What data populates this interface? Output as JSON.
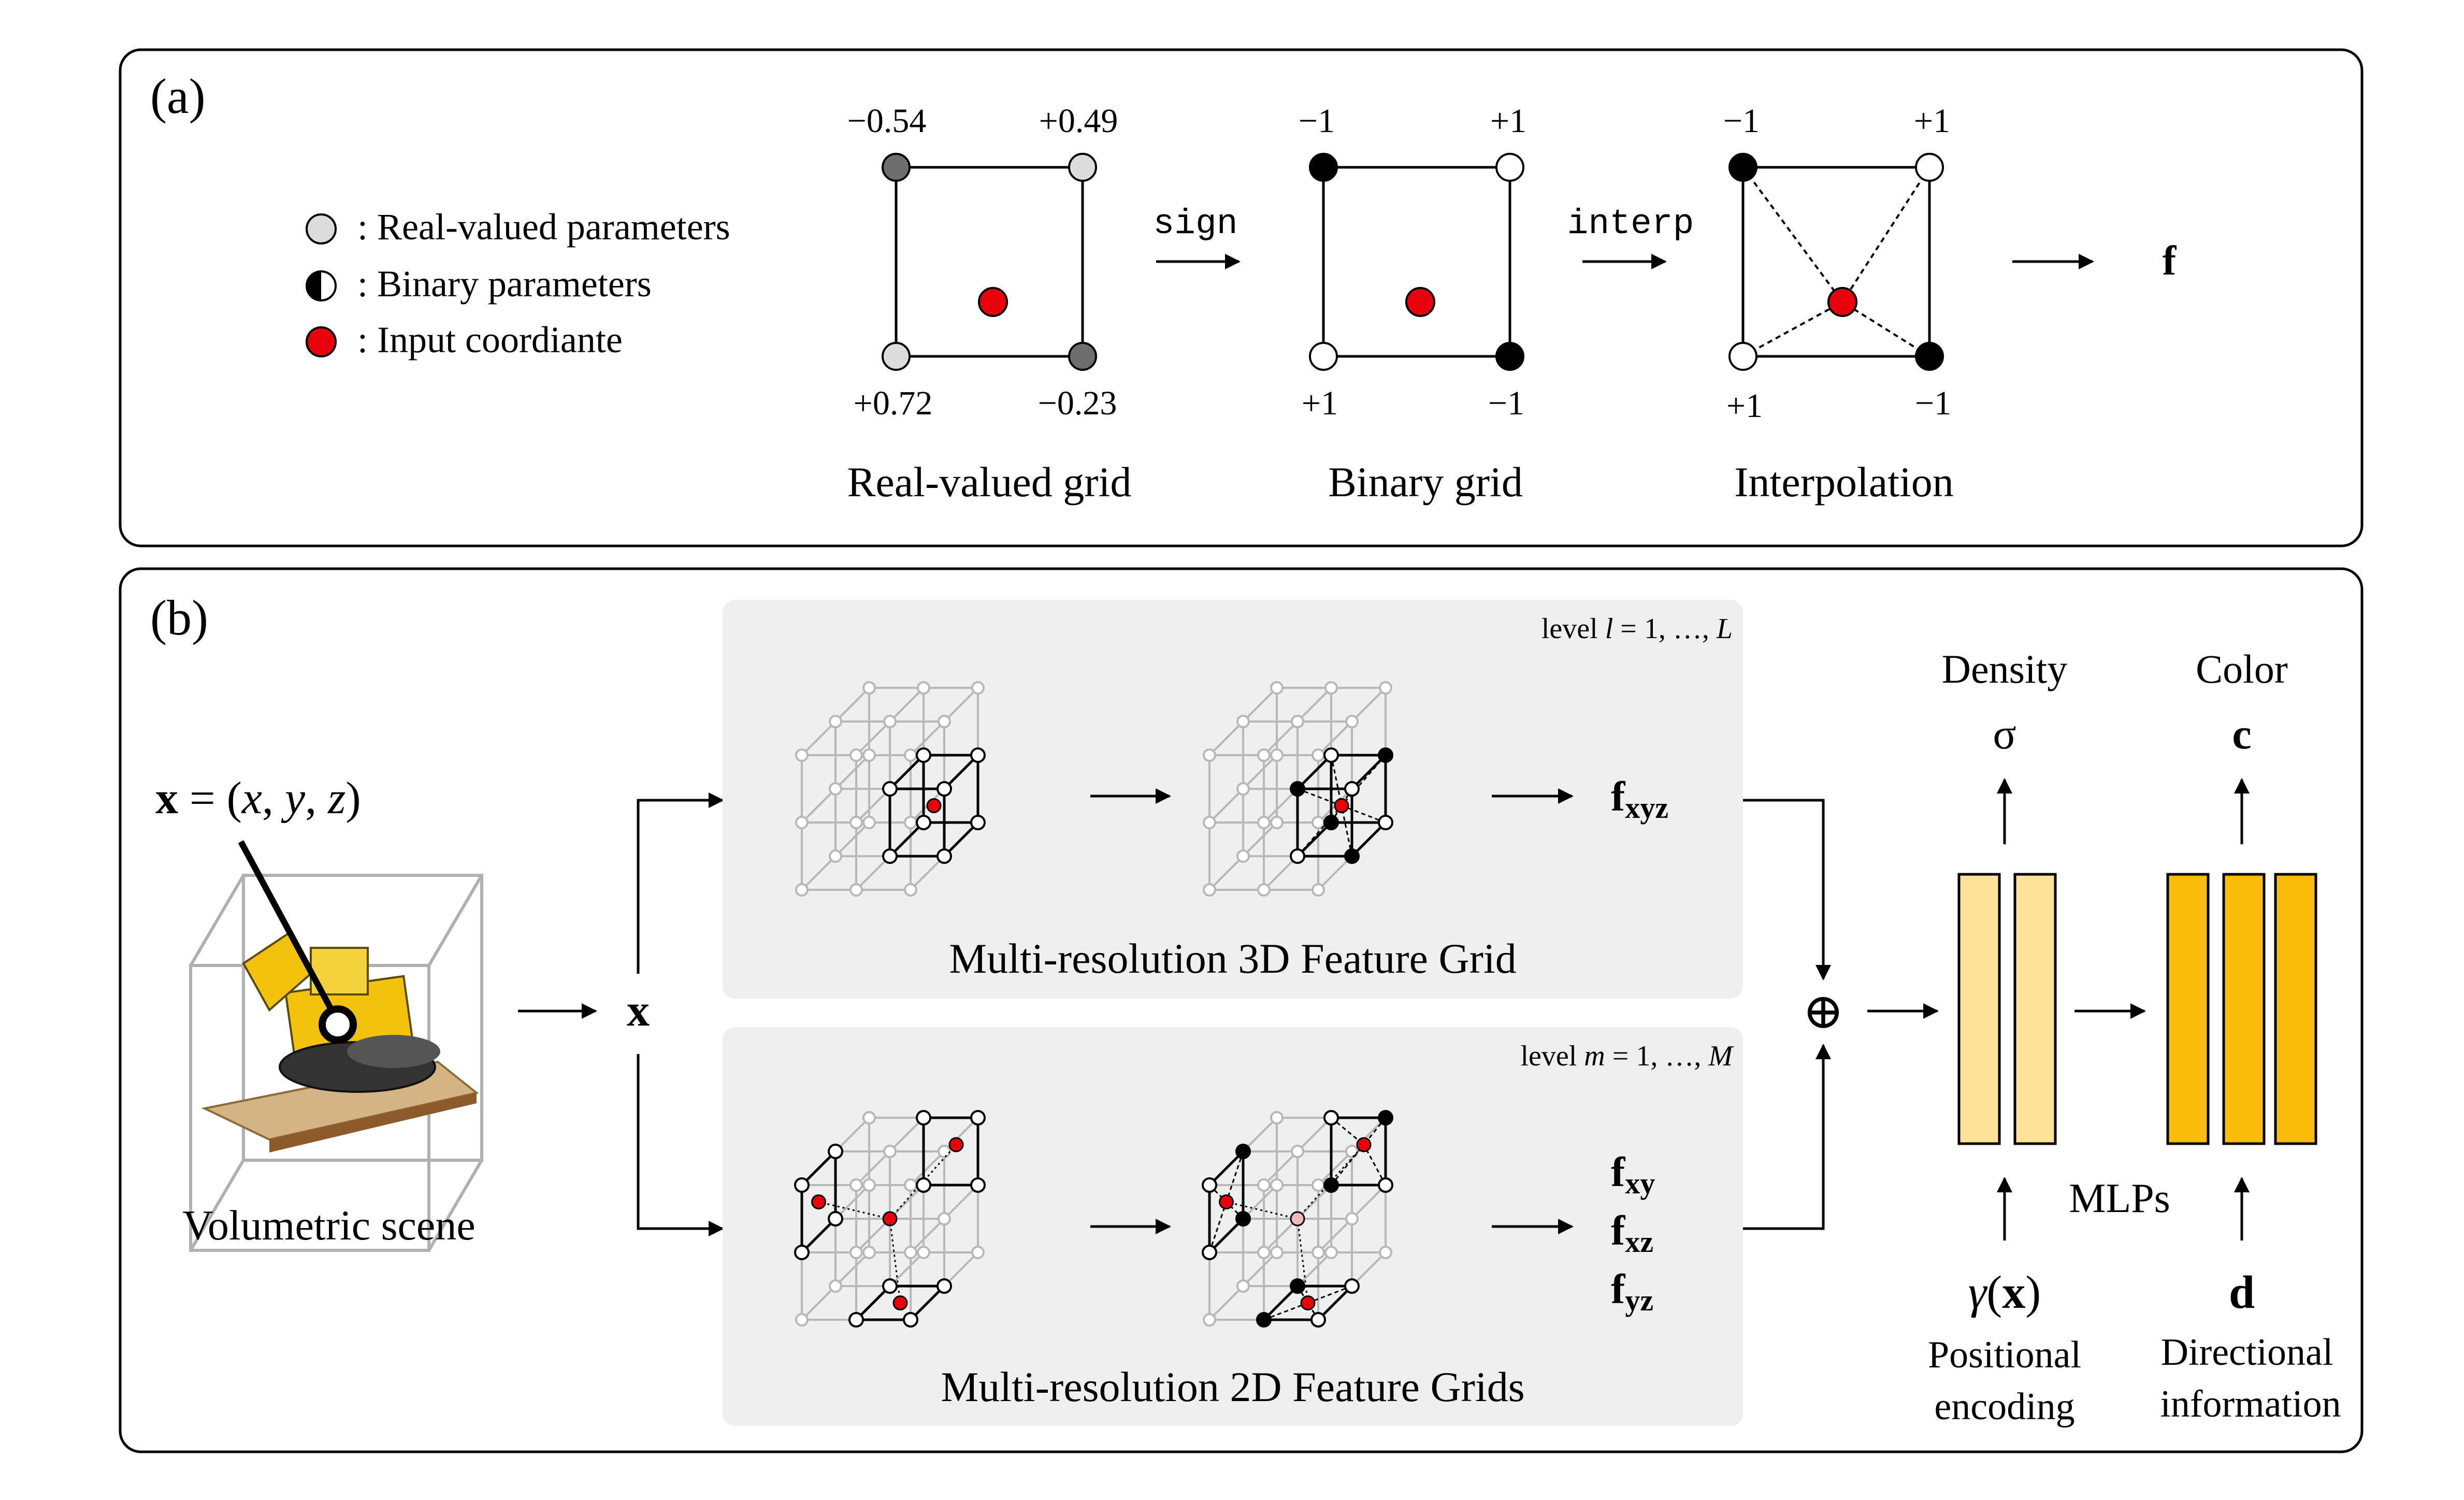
{
  "panel_a": {
    "label": "(a)",
    "legend": {
      "real_valued": ": Real-valued parameters",
      "binary": ": Binary parameters",
      "input": ": Input coordiante"
    },
    "real_grid": {
      "title": "Real-valued grid",
      "top_left": "−0.54",
      "top_right": "+0.49",
      "bottom_left": "+0.72",
      "bottom_right": "−0.23"
    },
    "sign_op": "sign",
    "binary_grid": {
      "title": "Binary grid",
      "top_left": "−1",
      "top_right": "+1",
      "bottom_left": "+1",
      "bottom_right": "−1"
    },
    "interp_op": "interp",
    "interp_grid": {
      "title": "Interpolation",
      "top_left": "−1",
      "top_right": "+1",
      "bottom_left": "+1",
      "bottom_right": "−1"
    },
    "output": "f"
  },
  "panel_b": {
    "label": "(b)",
    "input_eq": "x = (x, y, z)",
    "scene_caption": "Volumetric scene",
    "x_symbol": "x",
    "grid3d": {
      "title": "Multi-resolution 3D Feature Grid",
      "level": "level l = 1, …, L",
      "output": "f",
      "output_sub": "xyz"
    },
    "grid2d": {
      "title": "Multi-resolution 2D Feature Grids",
      "level": "level m = 1, …, M",
      "outputs": [
        {
          "base": "f",
          "sub": "xy"
        },
        {
          "base": "f",
          "sub": "xz"
        },
        {
          "base": "f",
          "sub": "yz"
        }
      ]
    },
    "concat": "⊕",
    "density": {
      "label": "Density",
      "symbol": "σ"
    },
    "color": {
      "label": "Color",
      "symbol": "c"
    },
    "mlps": "MLPs",
    "pos_enc": {
      "symbol": "γ(x)",
      "line1": "Positional",
      "line2": "encoding"
    },
    "dir": {
      "symbol": "d",
      "line1": "Directional",
      "line2": "information"
    }
  },
  "colors": {
    "red_input": "#e8000b",
    "dark_gray_node": "#6e6e6e",
    "light_gray_node": "#dcdcdc",
    "grid_gray": "#b8b8b8",
    "panel_bg": "#efefef",
    "mlp_light": "#fde39a",
    "mlp_dark": "#fbbc0b"
  }
}
